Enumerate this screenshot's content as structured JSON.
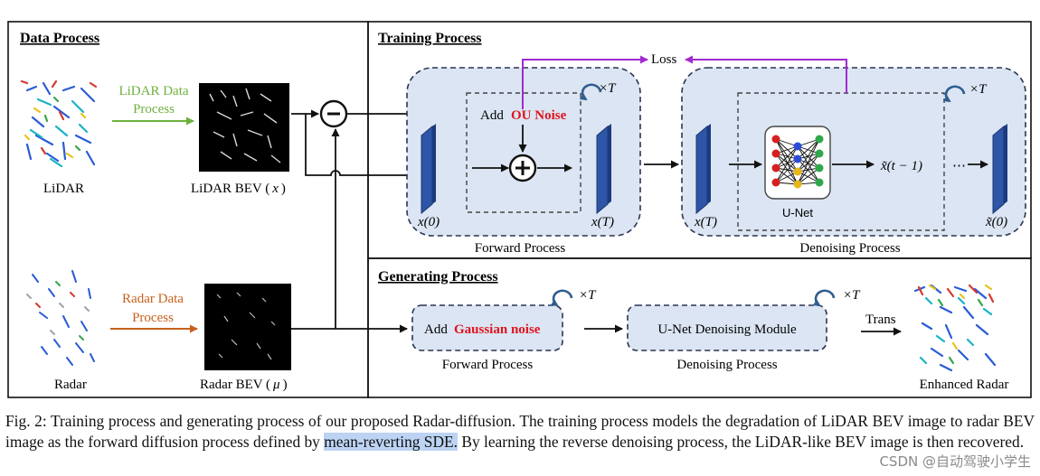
{
  "panels": {
    "data_process": "Data Process",
    "training_process": "Training Process",
    "generating_process": "Generating Process"
  },
  "data": {
    "lidar_arrow_label_1": "LiDAR Data",
    "lidar_arrow_label_2": "Process",
    "radar_arrow_label_1": "Radar Data",
    "radar_arrow_label_2": "Process",
    "lidar": "LiDAR",
    "lidar_bev": "LiDAR  BEV (",
    "lidar_bev_var": "x",
    "radar": "Radar",
    "radar_bev": "Radar BEV (",
    "radar_bev_var": "μ",
    "close_paren": ")"
  },
  "training": {
    "loss": "Loss",
    "add": "Add",
    "ou_noise": "OU Noise",
    "times_t": "×T",
    "x0": "x(0)",
    "xT": "x(T)",
    "xT2": "x(T)",
    "unet": "U-Net",
    "x_tilde_t1": "x̃(t − 1)",
    "ellipsis": "⋯",
    "x_tilde_0": "x̃(0)",
    "forward_process": "Forward Process",
    "denoising_process": "Denoising Process"
  },
  "generating": {
    "add": "Add",
    "gaussian_noise": "Gaussian noise",
    "unet_module": "U-Net Denoising Module",
    "forward_process": "Forward Process",
    "denoising_process": "Denoising Process",
    "trans": "Trans",
    "enhanced_radar": "Enhanced Radar",
    "times_t": "×T"
  },
  "caption": {
    "part1": "Fig. 2: Training process and generating process of our proposed Radar-diffusion. The training process models the degradation of LiDAR BEV image to radar BEV image as the forward diffusion process defined by ",
    "highlight": "mean-reverting SDE.",
    "part2": " By learning the reverse denoising process, the LiDAR-like BEV image is then recovered."
  },
  "watermark": "CSDN @自动驾驶小学生",
  "colors": {
    "panel_fill": "#dbe5f3",
    "dashed_stroke": "#2a3550",
    "feature_block": "#2e55a7",
    "red_text": "#e0141e",
    "purple_loss": "#a12ad0",
    "green_label": "#6eb13e",
    "orange_label": "#c9601c",
    "curl_arrow": "#2f5d90"
  }
}
